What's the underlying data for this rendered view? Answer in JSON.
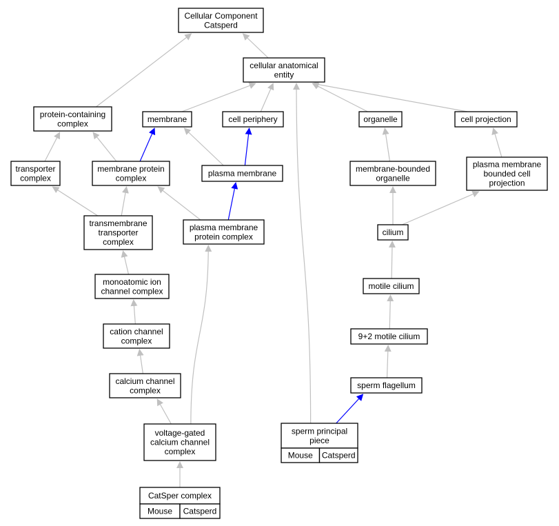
{
  "colors": {
    "edge_gray": "#c0c0c0",
    "edge_blue": "#0000ff",
    "tag_fill": "#add8e6",
    "node_fill": "#ffffff",
    "node_stroke": "#000000"
  },
  "nodes": [
    {
      "id": "root",
      "lines": [
        "Cellular Component",
        "Catsperd"
      ]
    },
    {
      "id": "cae",
      "lines": [
        "cellular anatomical",
        "entity"
      ]
    },
    {
      "id": "pcc",
      "lines": [
        "protein-containing",
        "complex"
      ]
    },
    {
      "id": "membrane",
      "lines": [
        "membrane"
      ]
    },
    {
      "id": "cellper",
      "lines": [
        "cell periphery"
      ]
    },
    {
      "id": "organelle",
      "lines": [
        "organelle"
      ]
    },
    {
      "id": "cellproj",
      "lines": [
        "cell projection"
      ]
    },
    {
      "id": "transporter",
      "lines": [
        "transporter",
        "complex"
      ]
    },
    {
      "id": "mpc",
      "lines": [
        "membrane protein",
        "complex"
      ]
    },
    {
      "id": "pm",
      "lines": [
        "plasma membrane"
      ]
    },
    {
      "id": "mbo",
      "lines": [
        "membrane-bounded",
        "organelle"
      ]
    },
    {
      "id": "pmbcp",
      "lines": [
        "plasma membrane",
        "bounded cell",
        "projection"
      ]
    },
    {
      "id": "tmtc",
      "lines": [
        "transmembrane",
        "transporter",
        "complex"
      ]
    },
    {
      "id": "pmpc",
      "lines": [
        "plasma membrane",
        "protein complex"
      ]
    },
    {
      "id": "cilium",
      "lines": [
        "cilium"
      ]
    },
    {
      "id": "maicc",
      "lines": [
        "monoatomic ion",
        "channel complex"
      ]
    },
    {
      "id": "motile",
      "lines": [
        "motile cilium"
      ]
    },
    {
      "id": "ccc",
      "lines": [
        "cation channel",
        "complex"
      ]
    },
    {
      "id": "nine",
      "lines": [
        "9+2 motile cilium"
      ]
    },
    {
      "id": "calcium",
      "lines": [
        "calcium channel",
        "complex"
      ]
    },
    {
      "id": "sperm",
      "lines": [
        "sperm flagellum"
      ]
    },
    {
      "id": "vgcc",
      "lines": [
        "voltage-gated",
        "calcium channel",
        "complex"
      ]
    },
    {
      "id": "spp",
      "lines": [
        "sperm principal",
        "piece"
      ],
      "tags": [
        "Mouse",
        "Catsperd"
      ]
    },
    {
      "id": "catsper",
      "lines": [
        "CatSper complex"
      ],
      "tags": [
        "Mouse",
        "Catsperd"
      ]
    }
  ],
  "edges": [
    {
      "from": "cae",
      "to": "root",
      "color": "gray"
    },
    {
      "from": "pcc",
      "to": "root",
      "color": "gray"
    },
    {
      "from": "membrane",
      "to": "cae",
      "color": "gray"
    },
    {
      "from": "cellper",
      "to": "cae",
      "color": "gray"
    },
    {
      "from": "organelle",
      "to": "cae",
      "color": "gray"
    },
    {
      "from": "cellproj",
      "to": "cae",
      "color": "gray"
    },
    {
      "from": "spp",
      "to": "cae",
      "color": "gray"
    },
    {
      "from": "transporter",
      "to": "pcc",
      "color": "gray"
    },
    {
      "from": "mpc",
      "to": "pcc",
      "color": "gray"
    },
    {
      "from": "mpc",
      "to": "membrane",
      "color": "blue"
    },
    {
      "from": "pm",
      "to": "membrane",
      "color": "gray"
    },
    {
      "from": "pm",
      "to": "cellper",
      "color": "blue"
    },
    {
      "from": "mbo",
      "to": "organelle",
      "color": "gray"
    },
    {
      "from": "pmbcp",
      "to": "cellproj",
      "color": "gray"
    },
    {
      "from": "tmtc",
      "to": "transporter",
      "color": "gray"
    },
    {
      "from": "tmtc",
      "to": "mpc",
      "color": "gray"
    },
    {
      "from": "pmpc",
      "to": "mpc",
      "color": "gray"
    },
    {
      "from": "pmpc",
      "to": "pm",
      "color": "blue"
    },
    {
      "from": "cilium",
      "to": "mbo",
      "color": "gray"
    },
    {
      "from": "cilium",
      "to": "pmbcp",
      "color": "gray"
    },
    {
      "from": "maicc",
      "to": "tmtc",
      "color": "gray"
    },
    {
      "from": "motile",
      "to": "cilium",
      "color": "gray"
    },
    {
      "from": "ccc",
      "to": "maicc",
      "color": "gray"
    },
    {
      "from": "nine",
      "to": "motile",
      "color": "gray"
    },
    {
      "from": "calcium",
      "to": "ccc",
      "color": "gray"
    },
    {
      "from": "sperm",
      "to": "nine",
      "color": "gray"
    },
    {
      "from": "vgcc",
      "to": "calcium",
      "color": "gray"
    },
    {
      "from": "vgcc",
      "to": "pmpc",
      "color": "gray"
    },
    {
      "from": "spp",
      "to": "sperm",
      "color": "blue"
    },
    {
      "from": "catsper",
      "to": "vgcc",
      "color": "gray"
    }
  ]
}
